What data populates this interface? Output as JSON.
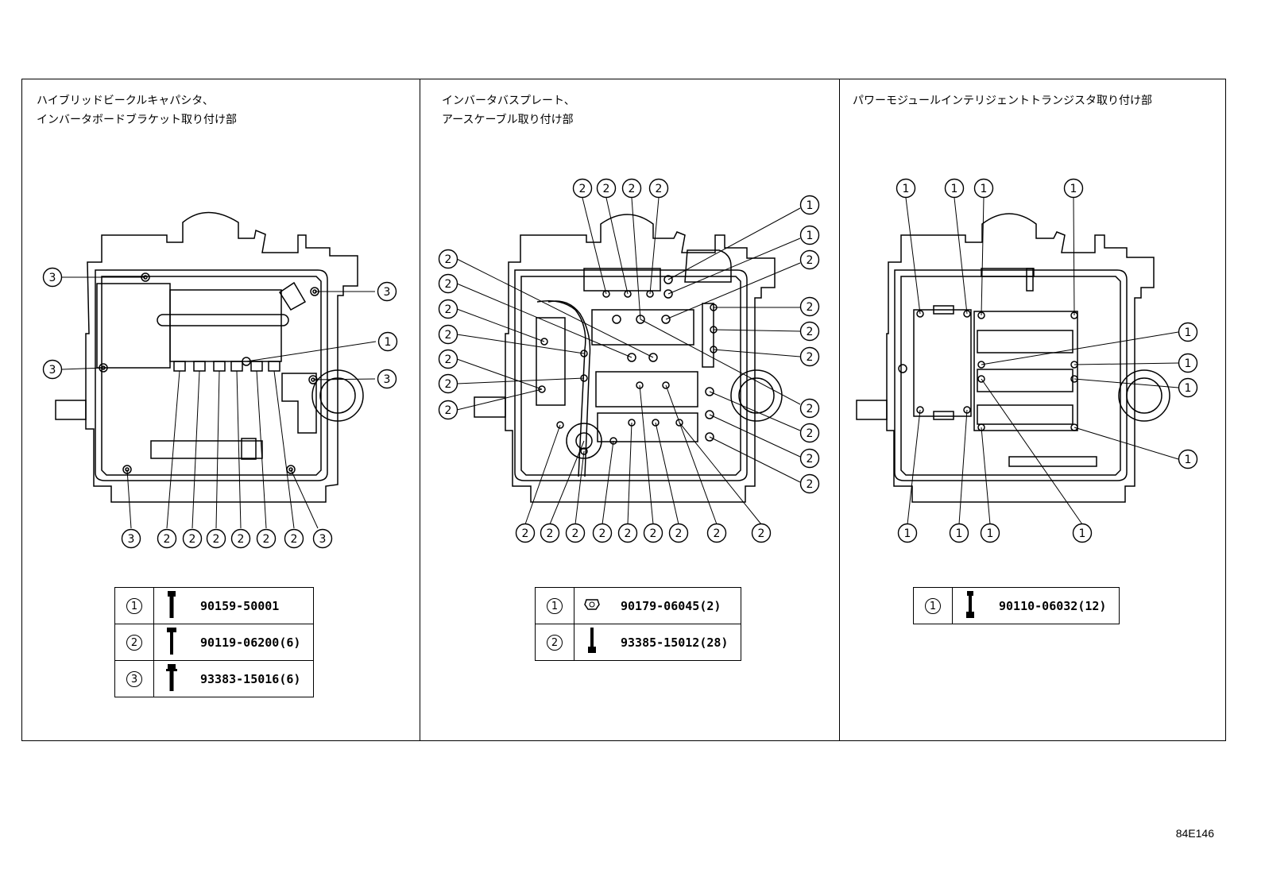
{
  "panels": [
    {
      "title_line1": "ハイブリッドビークルキャパシタ、",
      "title_line2": "インバータボードブラケット取り付け部",
      "legend": [
        {
          "num": "1",
          "part": "90159-50001"
        },
        {
          "num": "2",
          "part": "90119-06200(6)"
        },
        {
          "num": "3",
          "part": "93383-15016(6)"
        }
      ]
    },
    {
      "title_line1": "インバータバスプレート、",
      "title_line2": "アースケーブル取り付け部",
      "legend": [
        {
          "num": "1",
          "part": "90179-06045(2)"
        },
        {
          "num": "2",
          "part": "93385-15012(28)"
        }
      ]
    },
    {
      "title_line1": "パワーモジュールインテリジェントトランジスタ取り付け部",
      "legend": [
        {
          "num": "1",
          "part": "90110-06032(12)"
        }
      ]
    }
  ],
  "figure_code": "84E146",
  "callout_labels": [
    "1",
    "2",
    "3"
  ]
}
